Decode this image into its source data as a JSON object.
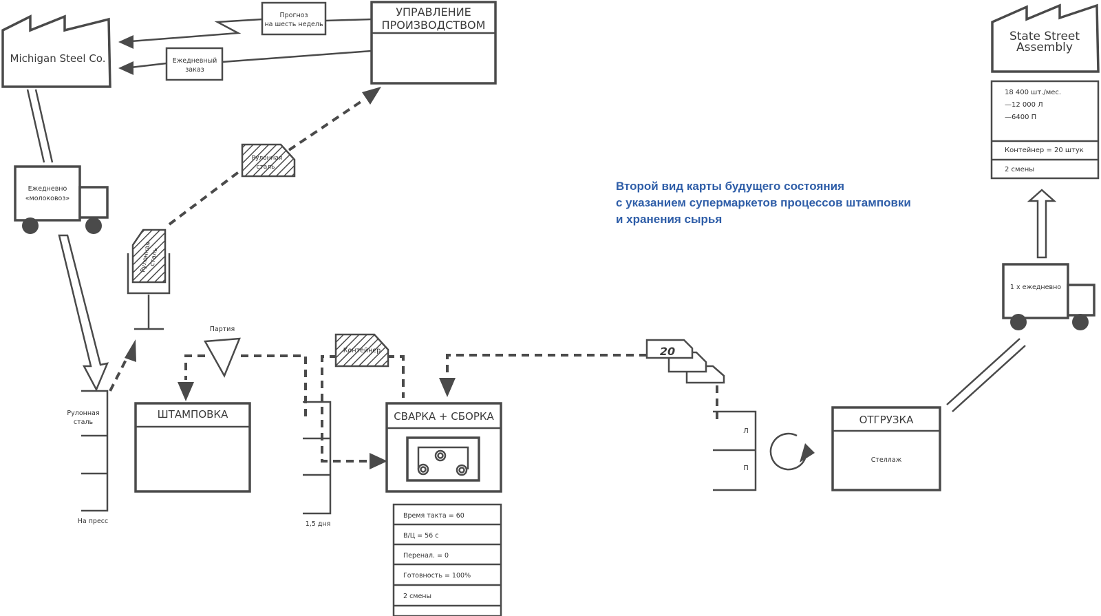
{
  "title": {
    "line1": "Второй вид карты будущего состояния",
    "line2": "с указанием супермаркетов процессов штамповки",
    "line3": "и хранения сырья",
    "color": "#2f5ea8"
  },
  "supplier": {
    "name": "Michigan Steel Co."
  },
  "customer": {
    "name_line1": "State Street",
    "name_line2": "Assembly",
    "data": [
      "18 400 шт./мес.",
      "—12 000 Л",
      "—6400 П"
    ],
    "container": "Контейнер = 20 штук",
    "shifts": "2 смены"
  },
  "production_control": {
    "line1": "УПРАВЛЕНИЕ",
    "line2": "ПРОИЗВОДСТВОМ"
  },
  "info_flows": {
    "forecast_line1": "Прогноз",
    "forecast_line2": "на шесть недель",
    "daily_order_line1": "Ежедневный",
    "daily_order_line2": "заказ"
  },
  "supplier_truck": {
    "line1": "Ежедневно",
    "line2": "«молоковоз»"
  },
  "customer_truck": {
    "label": "1 x ежедневно"
  },
  "kanbans": {
    "withdrawal_coil": {
      "line1": "Рулонная",
      "line2": "сталь"
    },
    "signal_coil": {
      "line1": "Рулонная",
      "line2": "сталь"
    },
    "container": "Контейнер",
    "batch": "Партия",
    "production_card": "20"
  },
  "supermarket_raw": {
    "top_line1": "Рулонная",
    "top_line2": "сталь",
    "bottom": "На пресс"
  },
  "supermarket_stamping": {
    "bottom": "1,5 дня"
  },
  "supermarket_finished": {
    "slot1": "Л",
    "slot2": "П"
  },
  "processes": {
    "stamping": "ШТАМПОВКА",
    "welding": "СВАРКА + СБОРКА",
    "shipping": "ОТГРУЗКА",
    "shipping_sub": "Стеллаж"
  },
  "welding_data": [
    "Время такта = 60",
    "В/Ц = 56 с",
    "Перенал. = 0",
    "Готовность = 100%",
    "2 смены"
  ]
}
